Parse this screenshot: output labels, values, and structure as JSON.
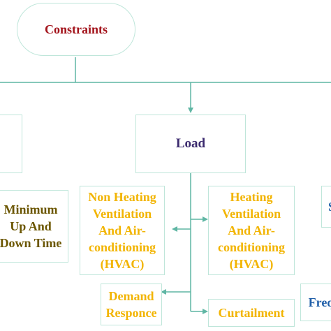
{
  "nodes": {
    "constraints": "Constraints",
    "load": "Load",
    "minimum_up_down": "Minimum\nUp And\nDown Time",
    "non_heating_hvac": "Non Heating\nVentilation\nAnd Air-\nconditioning\n(HVAC)",
    "heating_hvac": "Heating\nVentilation\nAnd Air-\nconditioning\n(HVAC)",
    "demand_response": "Demand\nResponce",
    "curtailment": "Curtailment",
    "partial_right_s": "S",
    "partial_right_freq": "Freq"
  },
  "colors": {
    "line": "#5fb6a4",
    "node_border": "#bfe6da",
    "constraints_text": "#a3141c",
    "load_text": "#3b2a6e",
    "minimum_text": "#6b5600",
    "hvac_text": "#f2b400",
    "blue_text": "#1f5ea8"
  }
}
